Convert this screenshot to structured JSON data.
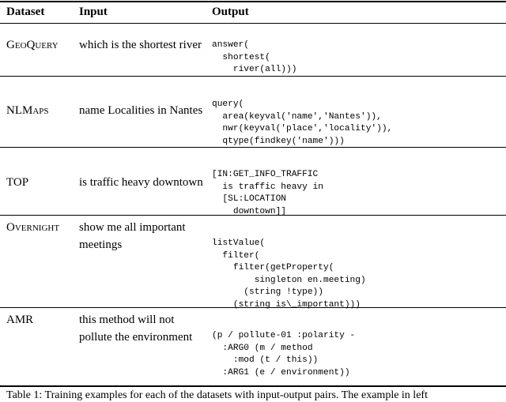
{
  "table": {
    "headers": {
      "dataset": "Dataset",
      "input": "Input",
      "output": "Output"
    },
    "rows": [
      {
        "dataset": {
          "big1": "G",
          "small1": "EO",
          "big2": "Q",
          "small2": "UERY"
        },
        "input": "which is the shortest river",
        "output": "answer(\n  shortest(\n    river(all)))"
      },
      {
        "dataset": {
          "big1": "NLM",
          "small1": "APS",
          "big2": "",
          "small2": ""
        },
        "input": "name Localities in Nantes",
        "output": "query(\n  area(keyval('name','Nantes')),\n  nwr(keyval('place','locality')),\n  qtype(findkey('name')))"
      },
      {
        "dataset": {
          "big1": "TOP",
          "small1": "",
          "big2": "",
          "small2": ""
        },
        "input": "is traffic heavy downtown",
        "output": "[IN:GET_INFO_TRAFFIC\n  is traffic heavy in\n  [SL:LOCATION\n    downtown]]"
      },
      {
        "dataset": {
          "big1": "O",
          "small1": "VERNIGHT",
          "big2": "",
          "small2": ""
        },
        "input": "show me all important meetings",
        "output": "listValue(\n  filter(\n    filter(getProperty(\n        singleton en.meeting)\n      (string !type))\n    (string is\\_important)))"
      },
      {
        "dataset": {
          "big1": "AMR",
          "small1": "",
          "big2": "",
          "small2": ""
        },
        "input": "this method will not pollute the environment",
        "output": "(p / pollute-01 :polarity -\n  :ARG0 (m / method\n    :mod (t / this))\n  :ARG1 (e / environment))"
      }
    ]
  },
  "caption": "Table 1:  Training examples for each of the datasets with input-output pairs.  The example in left"
}
